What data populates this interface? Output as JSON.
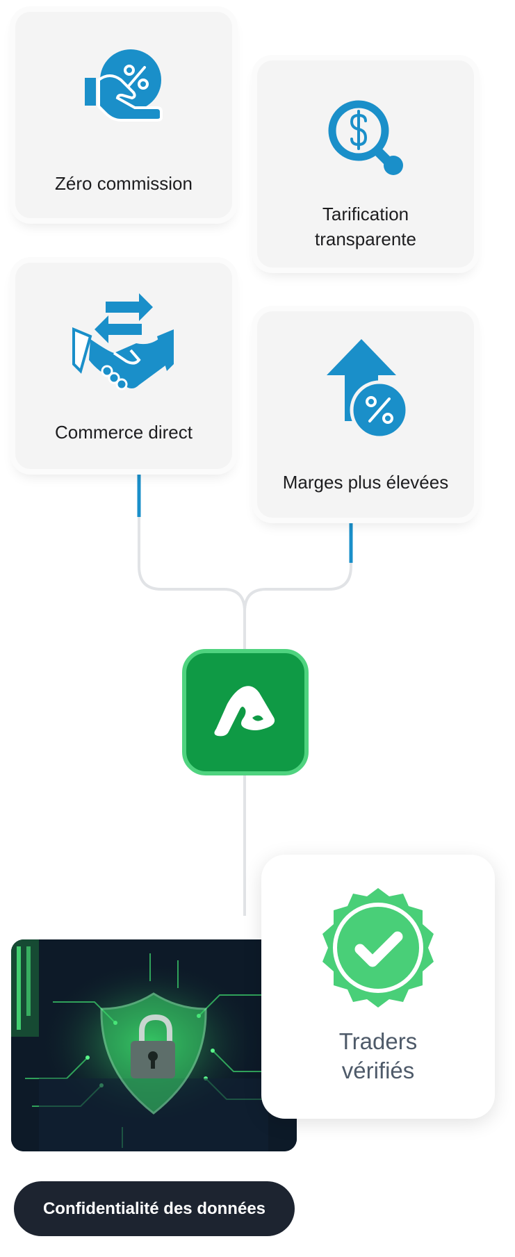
{
  "features": [
    {
      "id": "zero-commission",
      "label": "Zéro commission",
      "icon": "hand-percent-icon"
    },
    {
      "id": "transparent-pricing",
      "label": "Tarification transparente",
      "icon": "dollar-magnifier-icon"
    },
    {
      "id": "direct-trade",
      "label": "Commerce direct",
      "icon": "handshake-icon"
    },
    {
      "id": "higher-margins",
      "label": "Marges plus élevées",
      "icon": "arrow-up-percent-icon"
    }
  ],
  "brand": {
    "logo_icon": "brand-logo-icon",
    "color": "#0f9a45",
    "border_color": "#4fd37f"
  },
  "verified": {
    "label": "Traders vérifiés",
    "icon": "verified-badge-icon",
    "color": "#49cf78"
  },
  "privacy": {
    "label": "Confidentialité des données",
    "image_icon": "shield-lock-icon"
  },
  "colors": {
    "icon_blue": "#1a8fc9",
    "connector_gray": "#e1e3e6",
    "connector_blue": "#1a8fc9",
    "pill_bg": "#1d2430"
  }
}
